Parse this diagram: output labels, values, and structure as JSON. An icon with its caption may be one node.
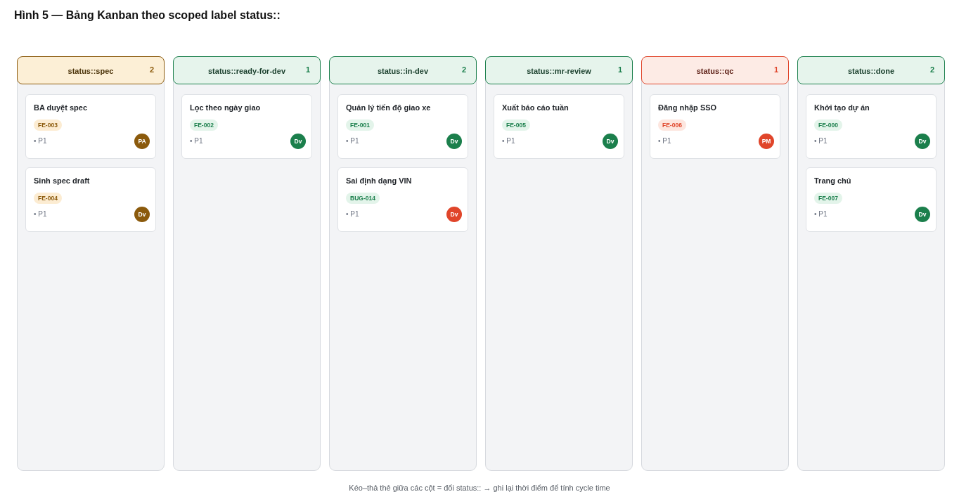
{
  "diagram": {
    "title": "Hình 5 — Bảng Kanban theo scoped label status::",
    "caption": "Kéo–thả thẻ giữa các cột = đổi status:: → ghi lại thời điểm để tính cycle time",
    "nodes": [
      {
        "text": [
          "status::spec",
          "2"
        ]
      },
      {
        "text": [
          "BA duyệt spec",
          "FE-003",
          "• P1",
          "PA"
        ],
        "in": 0
      },
      {
        "text": [
          "Sinh spec draft",
          "FE-004",
          "• P1",
          "Dv"
        ],
        "in": 0
      },
      {
        "text": [
          "status::ready-for-dev",
          "1"
        ]
      },
      {
        "text": [
          "Lọc theo ngày giao",
          "FE-002",
          "• P1",
          "Dv"
        ],
        "in": 3
      },
      {
        "text": [
          "status::in-dev",
          "2"
        ]
      },
      {
        "text": [
          "Quản lý tiến độ giao xe",
          "FE-001",
          "• P1",
          "Dv"
        ],
        "in": 5
      },
      {
        "text": [
          "Sai định dạng VIN",
          "BUG-014",
          "• P1",
          "Dv"
        ],
        "in": 5
      },
      {
        "text": [
          "status::mr-review",
          "1"
        ]
      },
      {
        "text": [
          "Xuất báo cáo tuần",
          "FE-005",
          "• P1",
          "Dv"
        ],
        "in": 8
      },
      {
        "text": [
          "status::qc",
          "1"
        ]
      },
      {
        "text": [
          "Đăng nhập SSO",
          "FE-006",
          "• P1",
          "PM"
        ],
        "in": 10
      },
      {
        "text": [
          "status::done",
          "2"
        ]
      },
      {
        "text": [
          "Khởi tạo dự án",
          "FE-000",
          "• P1",
          "Dv"
        ],
        "in": 12
      },
      {
        "text": [
          "Trang chủ",
          "FE-007",
          "• P1",
          "Dv"
        ],
        "in": 12
      }
    ]
  }
}
